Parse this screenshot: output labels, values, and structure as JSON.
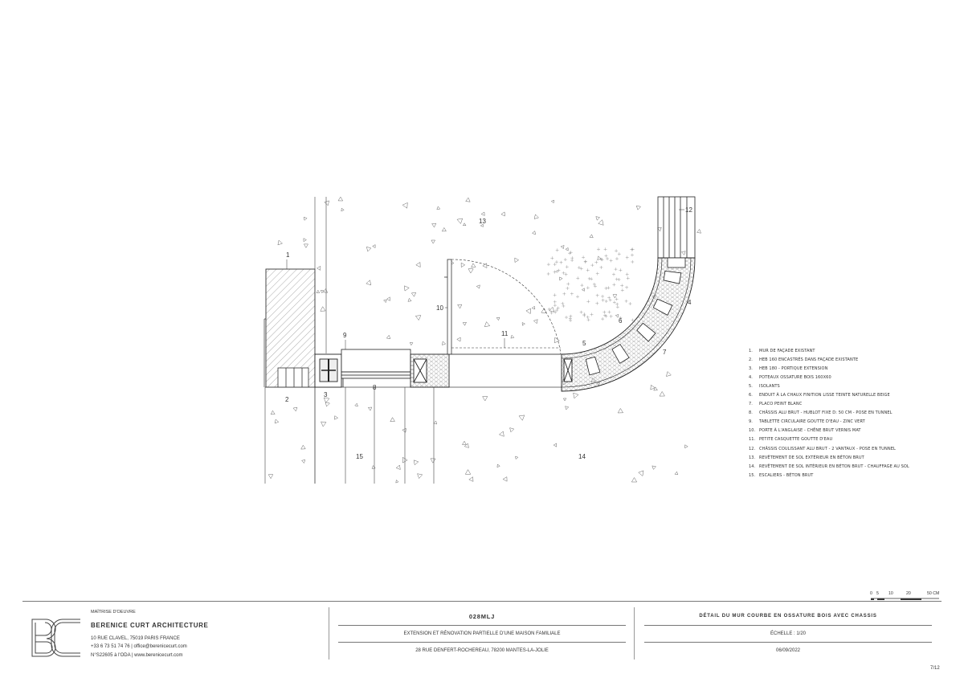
{
  "drawing": {
    "callouts": [
      "1",
      "2",
      "3",
      "4",
      "5",
      "6",
      "7",
      "8",
      "9",
      "10",
      "11",
      "12",
      "13",
      "14",
      "15"
    ]
  },
  "legend": [
    {
      "num": "1.",
      "text": "MUR DE FAÇADE EXISTANT"
    },
    {
      "num": "2.",
      "text": "HEB 160 ENCASTRÉS DANS FAÇADE EXISTANTE"
    },
    {
      "num": "3.",
      "text": "HEB 180 - PORTIQUE EXTENSION"
    },
    {
      "num": "4.",
      "text": "POTEAUX OSSATURE BOIS 160X60"
    },
    {
      "num": "5.",
      "text": "ISOLANTS"
    },
    {
      "num": "6.",
      "text": "ENDUIT À LA CHAUX FINITION LISSE TEINTE NATURELLE BEIGE"
    },
    {
      "num": "7.",
      "text": "PLACO PEINT BLANC"
    },
    {
      "num": "8.",
      "text": "CHÂSSIS ALU BRUT - HUBLOT FIXE D: 50 CM - POSE EN TUNNEL"
    },
    {
      "num": "9.",
      "text": "TABLETTE CIRCULAIRE GOUTTE D'EAU - ZINC VERT"
    },
    {
      "num": "10.",
      "text": "PORTE À L'ANGLAISE - CHÊNE BRUT VERNIS MAT"
    },
    {
      "num": "11.",
      "text": "PETITE CASQUETTE GOUTTE D'EAU"
    },
    {
      "num": "12.",
      "text": "CHÂSSIS COULISSANT ALU BRUT - 2 VANTAUX - POSE EN TUNNEL"
    },
    {
      "num": "13.",
      "text": "REVÊTEMENT DE SOL EXTÉRIEUR EN BÉTON BRUT"
    },
    {
      "num": "14.",
      "text": "REVÊTEMENT DE SOL INTÉRIEUR EN BÉTON BRUT - CHAUFFAGE AU SOL"
    },
    {
      "num": "15.",
      "text": "ESCALIERS - BÉTON BRUT"
    }
  ],
  "scale_bar": {
    "ticks": [
      "0",
      "5",
      "10",
      "20",
      "50 CM"
    ]
  },
  "title_block": {
    "role": "MAÎTRISE D'OEUVRE",
    "firm_name": "BERENICE CURT ARCHITECTURE",
    "address": "10 RUE CLAVEL, 75019 PARIS FRANCE",
    "contact": "+33 6 73 51 74 76  |  office@berenicecurt.com",
    "registration": "N°S22605 à l'ODA  |  www.berenicecurt.com",
    "project_code": "028MLJ",
    "project_desc": "EXTENSION ET RÉNOVATION PARTIELLE D'UNE MAISON FAMILIALE",
    "project_address": "28 RUE DENFERT-ROCHEREAU, 78200 MANTES-LA-JOLIE",
    "sheet_title": "DÉTAIL DU MUR COURBE EN OSSATURE BOIS AVEC CHASSIS",
    "scale": "ÉCHELLE : 1/20",
    "date": "06/09/2022",
    "page": "7/12"
  },
  "colors": {
    "line": "#333333",
    "hatch": "#555555",
    "light": "#999999"
  }
}
